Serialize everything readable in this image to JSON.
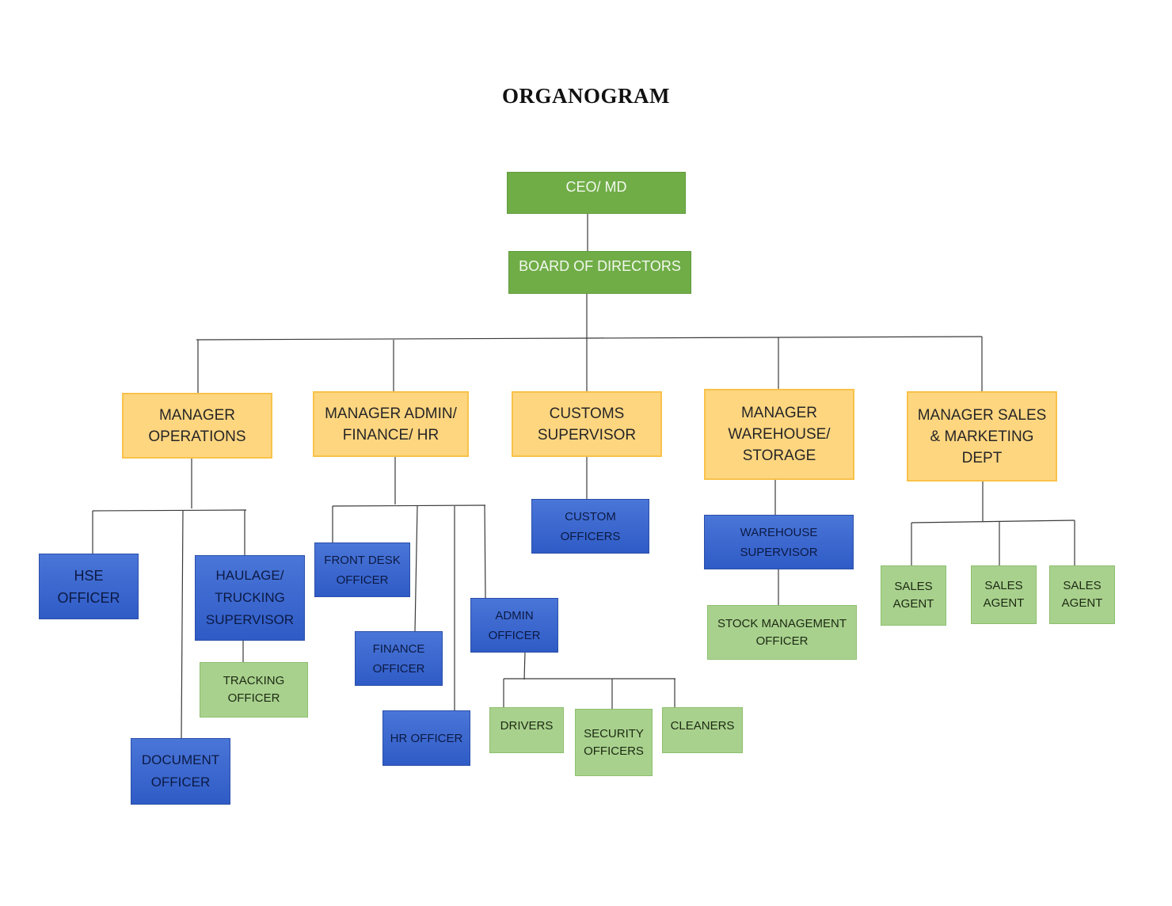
{
  "title": "ORGANOGRAM",
  "colors": {
    "executive": "#70ad47",
    "manager": "#ffd680",
    "officer": "#3a66cc",
    "staff": "#a9d18e",
    "connector": "#3a3a3a"
  },
  "nodes": {
    "ceo": [
      "CEO/ MD"
    ],
    "board": [
      "BOARD OF DIRECTORS"
    ],
    "mgr_operations": [
      "MANAGER",
      "OPERATIONS"
    ],
    "mgr_admin": [
      "MANAGER ADMIN/",
      "FINANCE/ HR"
    ],
    "customs_supervisor": [
      "CUSTOMS",
      "SUPERVISOR"
    ],
    "mgr_warehouse": [
      "MANAGER",
      "WAREHOUSE/",
      "STORAGE"
    ],
    "mgr_sales": [
      "MANAGER SALES",
      "& MARKETING",
      "DEPT"
    ],
    "hse_officer": [
      "HSE",
      "OFFICER"
    ],
    "haulage_supervisor": [
      "HAULAGE/",
      "TRUCKING",
      "SUPERVISOR"
    ],
    "tracking_officer": [
      "TRACKING",
      "OFFICER"
    ],
    "document_officer": [
      "DOCUMENT",
      "OFFICER"
    ],
    "front_desk_officer": [
      "FRONT DESK",
      "OFFICER"
    ],
    "finance_officer": [
      "FINANCE",
      "OFFICER"
    ],
    "hr_officer": [
      "HR OFFICER"
    ],
    "admin_officer": [
      "ADMIN",
      "OFFICER"
    ],
    "drivers": [
      "DRIVERS"
    ],
    "security_officers": [
      "SECURITY",
      "OFFICERS"
    ],
    "cleaners": [
      "CLEANERS"
    ],
    "custom_officers": [
      "CUSTOM",
      "OFFICERS"
    ],
    "warehouse_supervisor": [
      "WAREHOUSE",
      "SUPERVISOR"
    ],
    "stock_management_officer": [
      "STOCK MANAGEMENT",
      "OFFICER"
    ],
    "sales_agent_1": [
      "SALES",
      "AGENT"
    ],
    "sales_agent_2": [
      "SALES",
      "AGENT"
    ],
    "sales_agent_3": [
      "SALES",
      "AGENT"
    ]
  }
}
